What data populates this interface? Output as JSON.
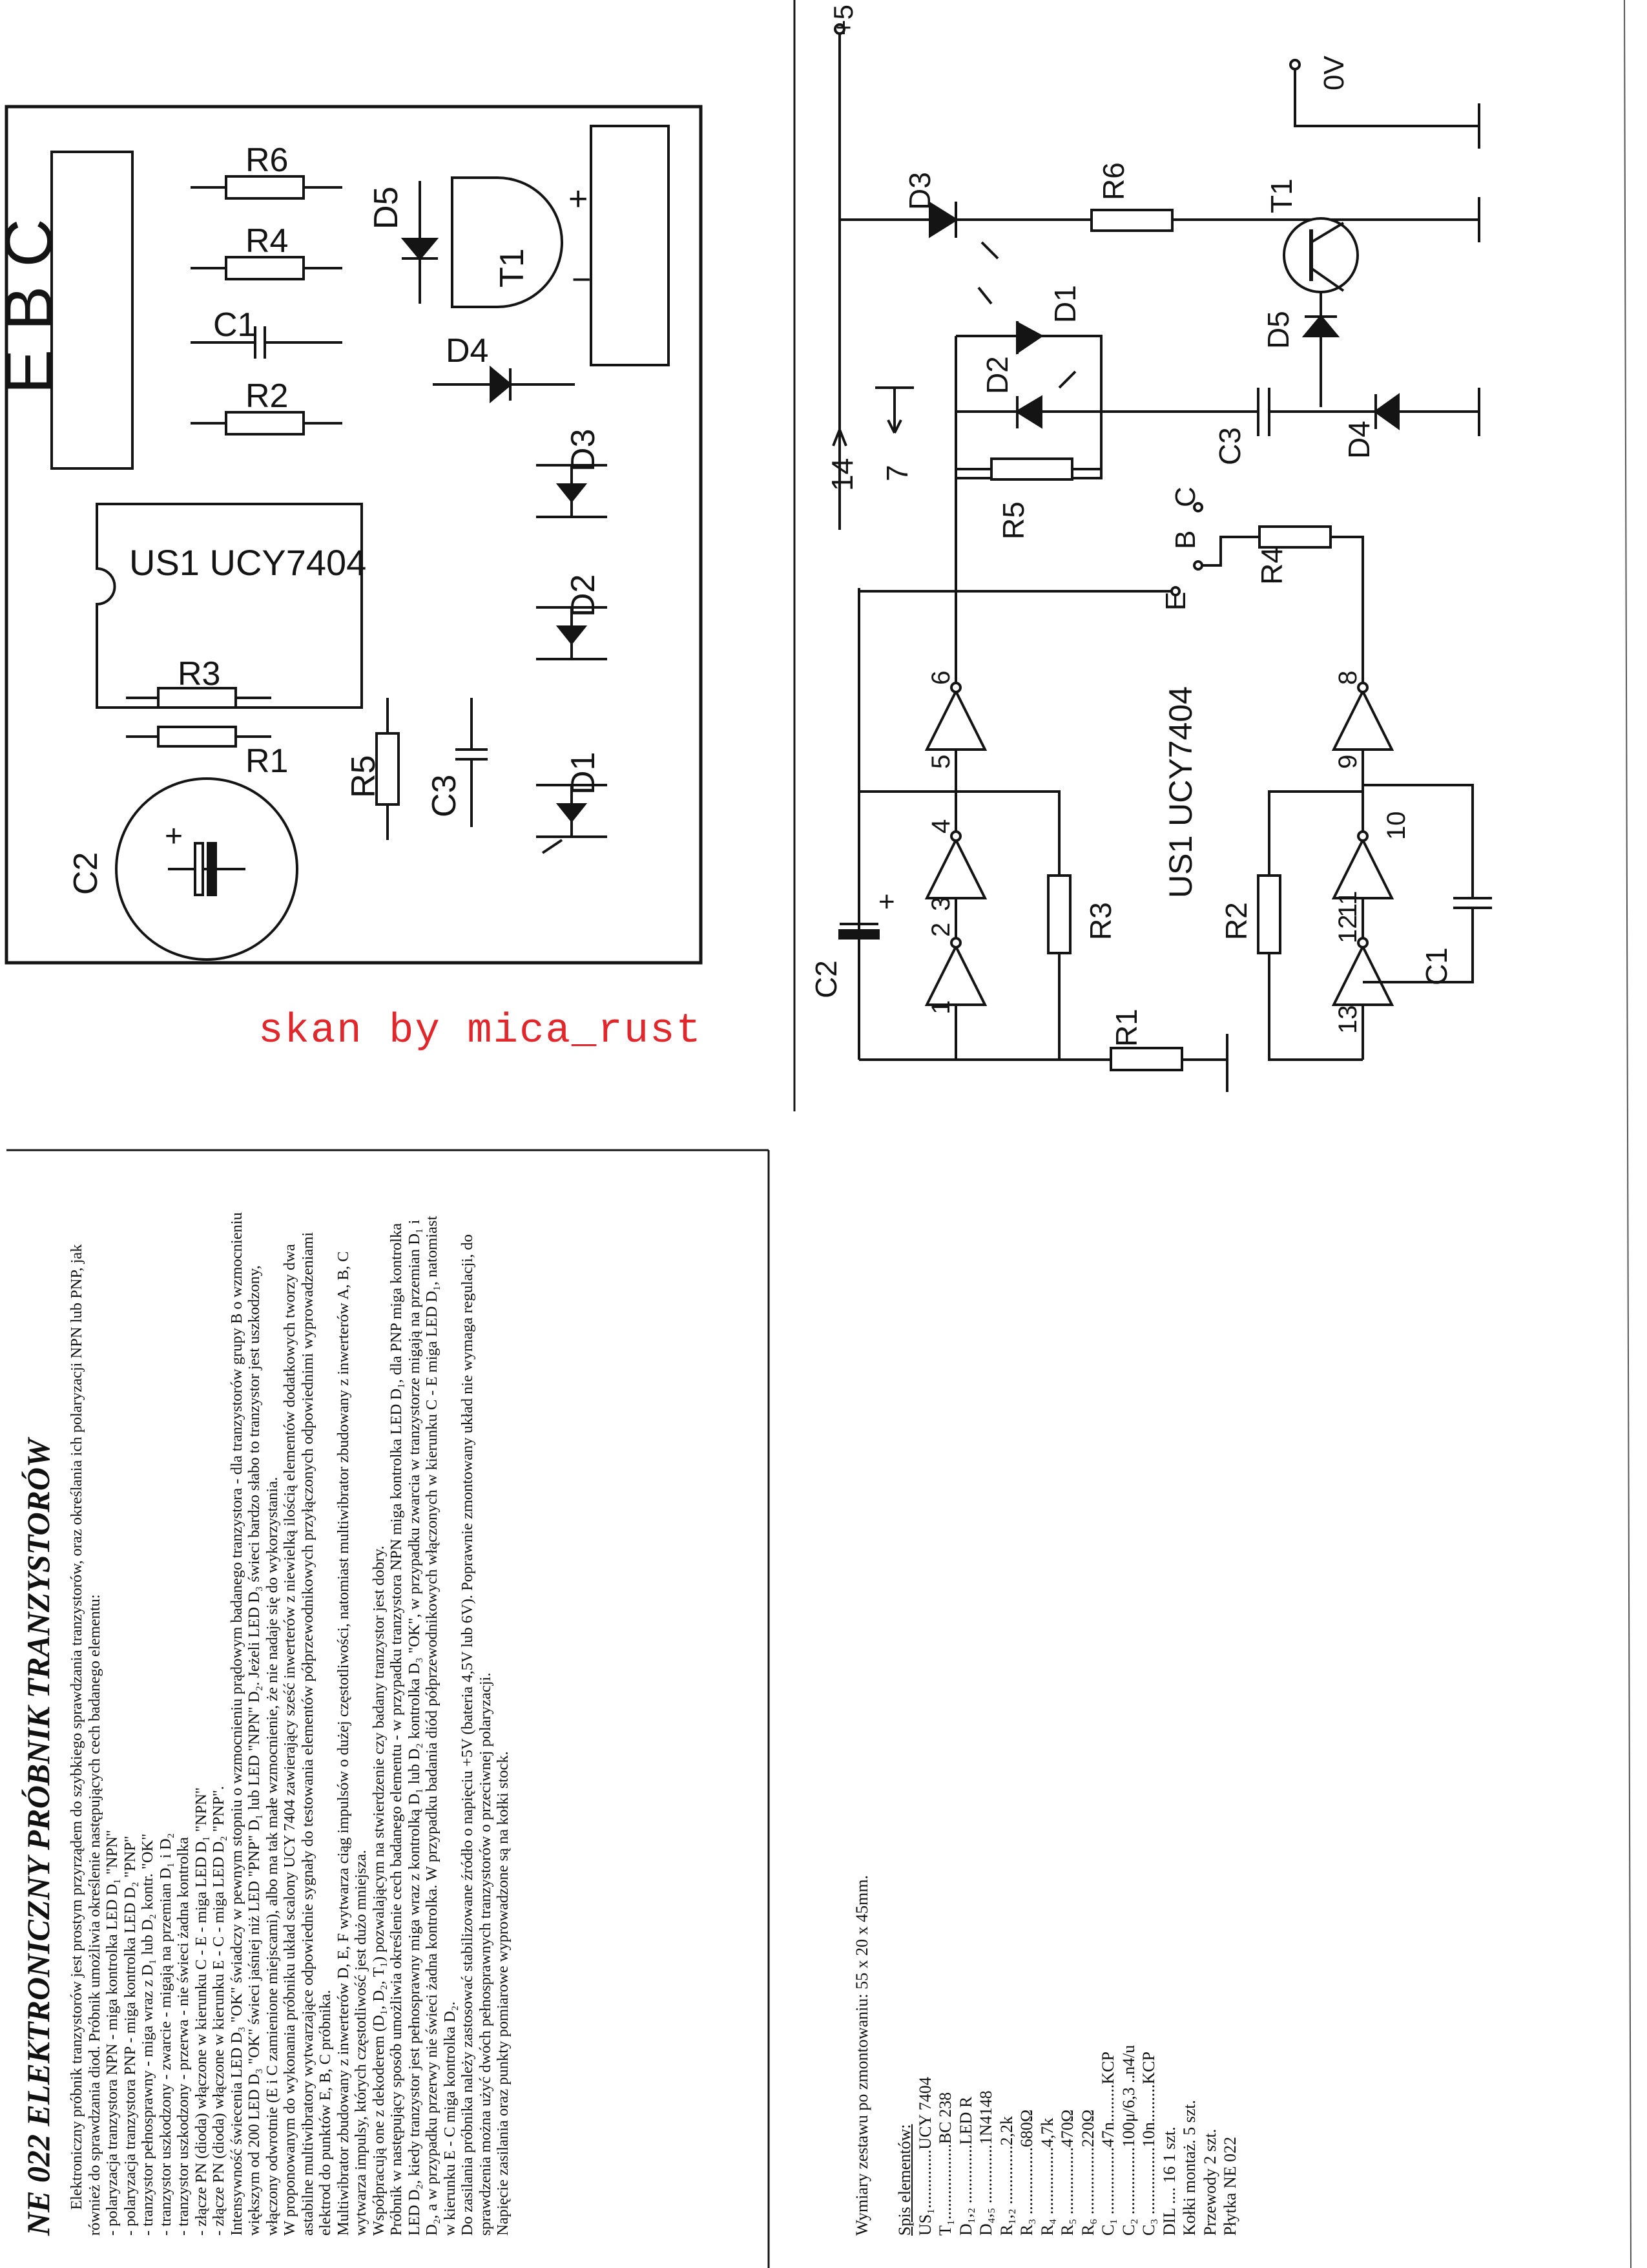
{
  "watermark": "skan by mica_rust",
  "pcb": {
    "ebc_label": "E B C",
    "ic_label": "US1 UCY7404",
    "component_labels": [
      "R6",
      "R4",
      "C1",
      "R2",
      "D5",
      "T1",
      "D4",
      "D3",
      "D2",
      "D1",
      "R3",
      "R1",
      "R5",
      "C3",
      "C2"
    ],
    "battery_minus": "−",
    "battery_plus": "+",
    "c2_plus": "+"
  },
  "schematic": {
    "supply_plus": "+5",
    "ground": "0V",
    "left_chip_label": "US1 UCY7404",
    "component_labels": [
      "D3",
      "R6",
      "T1",
      "D1",
      "D2",
      "D5",
      "C3",
      "D4",
      "R5",
      "R4",
      "R3",
      "R2",
      "C1",
      "C2",
      "R1"
    ],
    "pin_labels": [
      "1",
      "2",
      "3",
      "4",
      "5",
      "6",
      "8",
      "9",
      "10",
      "11",
      "12",
      "13"
    ],
    "net_labels": [
      "14",
      "7"
    ],
    "terminals": [
      "E",
      "B",
      "C"
    ],
    "c2_plus": "+"
  },
  "document": {
    "title": "NE 022 ELEKTRONICZNY PRÓBNIK TRANZYSTORÓW",
    "paragraphs": [
      "Elektroniczny próbnik tranzystorów jest prostym przyrządem do szybkiego sprawdzania tranzystorów, oraz określania ich polaryzacji NPN lub PNP, jak również do sprawdzania diod. Próbnik umożliwia określenie następujących cech badanego elementu:",
      "- polaryzacja tranzystora NPN - miga kontrolka LED D₁ \"NPN\"",
      "- polaryzacja tranzystora PNP - miga kontrolka LED D₂ \"PNP\"",
      "- tranzystor pełnosprawny - miga wraz z D₁ lub D₂ kontr. \"OK\"",
      "- tranzystor uszkodzony - zwarcie - migają na przemian D₁ i D₂",
      "- tranzystor uszkodzony - przerwa - nie świeci żadna kontrolka",
      "- złącze PN (dioda) włączone w kierunku C - E - miga LED D₁ \"NPN\"",
      "- złącze PN (dioda) włączone w kierunku E - C - miga LED D₂ \"PNP\".",
      "Intensywność świecenia LED D₃ \"OK\" świadczy w pewnym stopniu o wzmocnieniu prądowym badanego tranzystora - dla tranzystorów grupy B o wzmocnieniu większym od 200 LED D₃ \"OK\" świeci jaśniej niż LED \"PNP\" D₁ lub LED \"NPN\" D₂. Jeżeli LED D₃ świeci bardzo słabo to tranzystor jest uszkodzony, włączony odwrotnie (E i C zamienione miejscami), albo ma tak małe wzmocnienie, że nie nadaje się do wykorzystania.",
      "W proponowanym do wykonania próbniku układ scalony UCY 7404 zawierający sześć inwerterów z niewielką ilością elementów dodatkowych tworzy dwa astabilne multiwibratory wytwarzające odpowiednie sygnały do testowania elementów półprzewodnikowych przyłączonych odpowiednimi wyprowadzeniami elektrod do punktów E, B, C próbnika.",
      "Multiwibrator zbudowany z inwerterów D, E, F wytwarza ciąg impulsów o dużej częstotliwości, natomiast multiwibrator zbudowany z inwerterów A, B, C wytwarza impulsy, których częstotliwość jest dużo mniejsza.",
      "Współpracują one z dekoderem (D₁, D₂, T₁) pozwalającym na stwierdzenie czy badany tranzystor jest dobry.",
      "Próbnik w następujący sposób umożliwia określenie cech badanego elementu - w przypadku tranzystora NPN miga kontrolka LED D₁, dla PNP miga kontrolka LED D₂, kiedy tranzystor jest pełnosprawny miga wraz z kontrolką D₁ lub D₂ kontrolka D₃ \"OK\", w przypadku zwarcia w tranzystorze migają na przemian D₁ i D₂, a w przypadku przerwy nie świeci żadna kontrolka. W przypadku badania diód półprzewodnikowych włączonych w kierunku C - E miga LED D₁, natomiast w kierunku E - C miga kontrolka D₂.",
      "Do zasilania próbnika należy zastosować stabilizowane źródło o napięciu +5V (bateria 4,5V lub 6V). Poprawnie zmontowany układ nie wymaga regulacji, do sprawdzenia można użyć dwóch pełnosprawnych tranzystorów o przeciwnej polaryzacji.",
      "Napięcie zasilania oraz punkty pomiarowe wyprowadzone są na kołki stock."
    ],
    "dimensions": "Wymiary zestawu po zmontowaniu: 55 x 20 x 45mm.",
    "parts_header": "Spis elementów:",
    "parts": [
      "US₁..............UCY 7404",
      "T₁..................BC 238",
      "D₁,₂ ..............LED R",
      "D₄,₅ ..............1N4148",
      "R₁,₂ ..............2,2k",
      "R₃ ................680Ω",
      "R₄ ................4,7k",
      "R₅ ................470Ω",
      "R₆ ................220Ω",
      "C₁ ................47n.........KCP",
      "C₂ ................100μ/6,3 ..n4/u",
      "C₃ ................10n.........KCP",
      "DIL .... 16 1 szt.",
      "Kołki montaż. 5 szt.",
      "Przewody 2 szt.",
      "Płytka NE 022"
    ]
  }
}
